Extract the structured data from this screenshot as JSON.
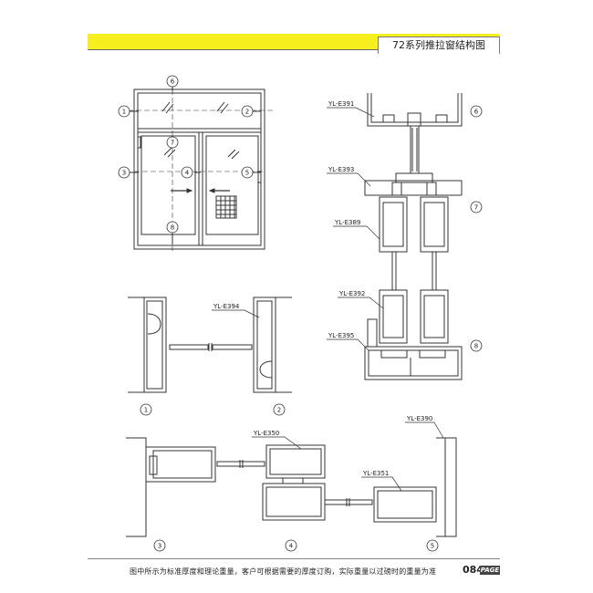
{
  "header": {
    "title": "72系列推拉窗结构图"
  },
  "footer": {
    "note": "图中所示为标准厚度和理论重量，客户可根据需要的厚度订购，实际重量以过磅时的重量为准",
    "page_number": "084",
    "page_label": "PAGE"
  },
  "window_callouts": [
    "1",
    "2",
    "3",
    "4",
    "5",
    "6",
    "7",
    "8"
  ],
  "profiles": {
    "e391": "YL-E391",
    "e393": "YL-E393",
    "e389": "YL-E389",
    "e392": "YL-E392",
    "e395": "YL-E395",
    "e394": "YL-E394",
    "e350": "YL-E350",
    "e351": "YL-E351",
    "e390": "YL-E390"
  },
  "section_numbers": {
    "right_top": "6",
    "right_mid": "7",
    "right_bottom": "8",
    "mid_left": "1",
    "mid_right": "2",
    "bottom_left": "3",
    "bottom_mid": "4",
    "bottom_right": "5"
  }
}
